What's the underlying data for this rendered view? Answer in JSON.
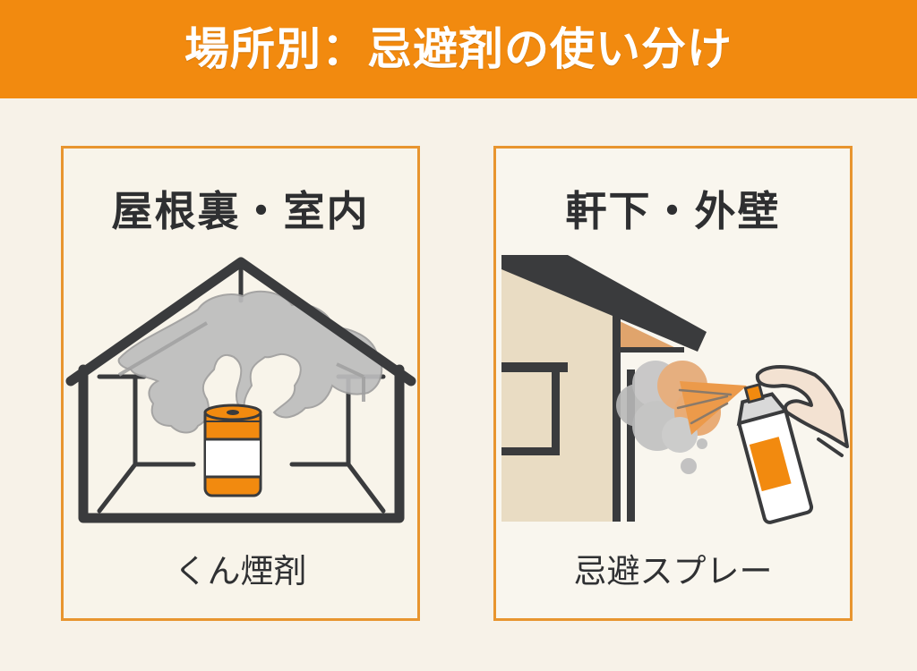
{
  "header": {
    "title": "場所別：忌避剤の使い分け"
  },
  "panels": [
    {
      "title": "屋根裏・室内",
      "caption": "くん煙剤",
      "illustration": "house-with-smoke-fogger-icon"
    },
    {
      "title": "軒下・外壁",
      "caption": "忌避スプレー",
      "illustration": "eaves-spray-can-icon"
    }
  ],
  "colors": {
    "accent": "#f28a0f",
    "border": "#e8952f",
    "background": "#f7f2e8",
    "text": "#2e2f31",
    "outline": "#3a3b3d",
    "smoke": "#b9b9b9",
    "wall": "#e9dcc3"
  }
}
